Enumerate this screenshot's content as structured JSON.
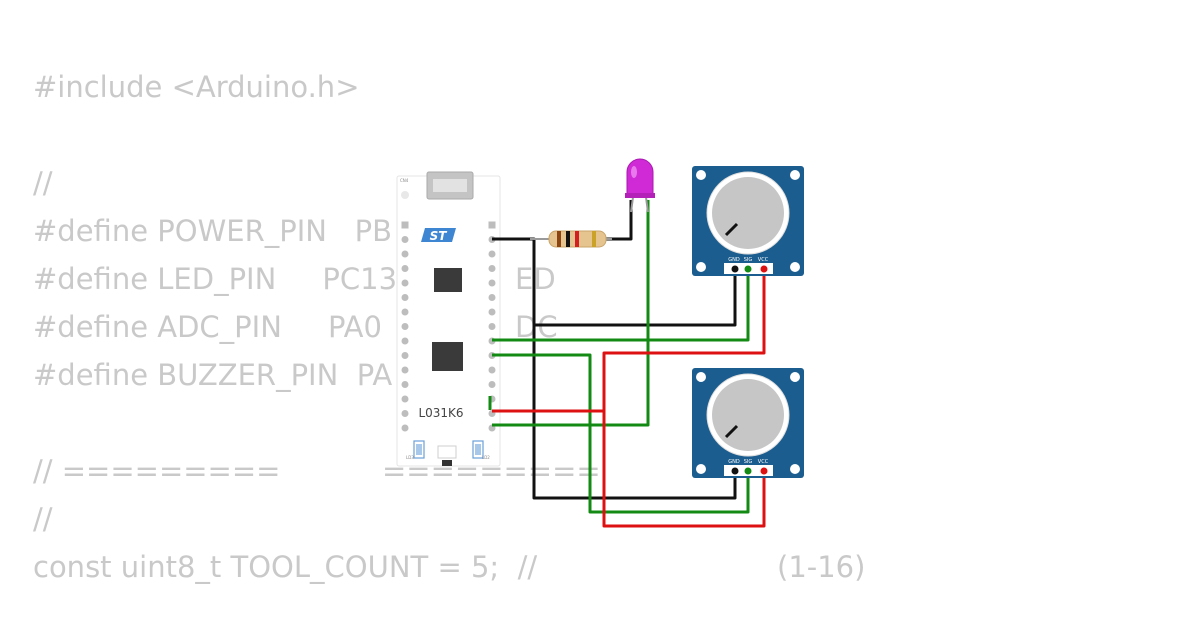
{
  "code": {
    "lines": [
      "#include <Arduino.h>",
      "",
      "//",
      "#define POWER_PIN   PB",
      "#define LED_PIN     PC13",
      "#define ADC_PIN     PA0",
      "#define BUZZER_PIN  PA",
      "",
      "// =========",
      "//",
      "const uint8_t TOOL_COUNT = 5;  //"
    ],
    "fragments": {
      "led_tail": "ED",
      "adc_tail": "DC",
      "sep_tail": "=========",
      "range": "(1-16)"
    }
  },
  "board": {
    "label": "L031K6",
    "logo": "ST",
    "silk": [
      "LD3",
      "LD2",
      "CN4"
    ]
  },
  "pot_module": {
    "pin_labels": [
      "GND",
      "SIG",
      "VCC"
    ]
  },
  "led": {
    "color": "#d02ad6"
  },
  "wire_colors": {
    "black": "#111111",
    "green": "#138a13",
    "red": "#dd1111"
  }
}
